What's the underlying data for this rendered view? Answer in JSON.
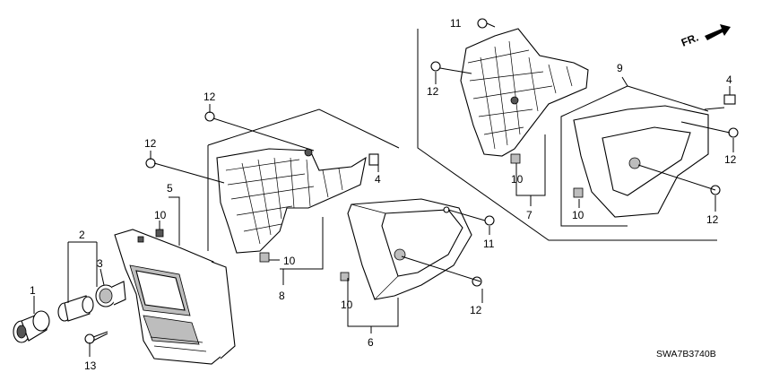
{
  "diagram": {
    "code": "SWA7B3740B",
    "direction": "FR.",
    "callouts": {
      "c1": "1",
      "c2": "2",
      "c3": "3",
      "c4_left": "4",
      "c4_right": "4",
      "c5": "5",
      "c6": "6",
      "c7": "7",
      "c8": "8",
      "c9": "9",
      "c10_a": "10",
      "c10_b": "10",
      "c10_c": "10",
      "c10_d": "10",
      "c10_e": "10",
      "c11_top": "11",
      "c11_mid": "11",
      "c12_a": "12",
      "c12_b": "12",
      "c12_c": "12",
      "c12_d": "12",
      "c12_e": "12",
      "c12_f": "12",
      "c13": "13"
    }
  }
}
